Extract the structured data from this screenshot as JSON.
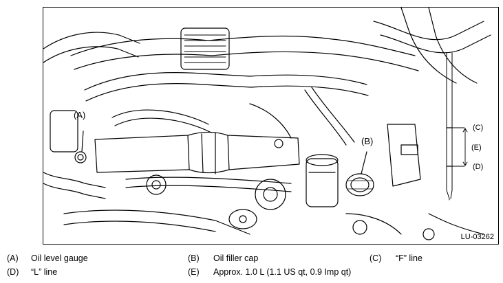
{
  "figure": {
    "callout_a": "(A)",
    "callout_b": "(B)",
    "dipstick_c": "(C)",
    "dipstick_d": "(D)",
    "dipstick_e": "(E)",
    "figure_id": "LU-03262"
  },
  "legend": [
    {
      "key": "(A)",
      "text": "Oil level gauge"
    },
    {
      "key": "(B)",
      "text": "Oil filler cap"
    },
    {
      "key": "(C)",
      "text": "“F” line"
    },
    {
      "key": "(D)",
      "text": "“L” line"
    },
    {
      "key": "(E)",
      "text": "Approx. 1.0 L (1.1 US qt, 0.9 Imp qt)"
    }
  ]
}
